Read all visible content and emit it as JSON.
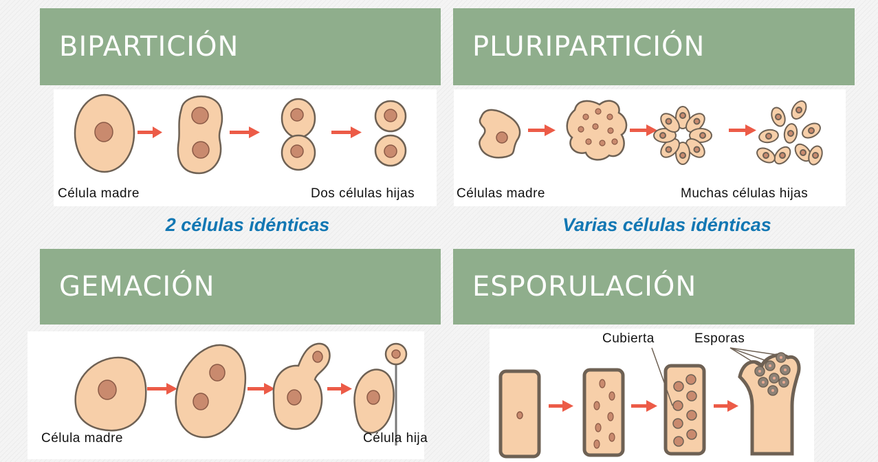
{
  "colors": {
    "header_bg": "#8fae8c",
    "cell_fill": "#f7cfa9",
    "cell_stroke": "#6e6154",
    "nucleus_fill": "#c98a6e",
    "arrow": "#ec5b47",
    "caption": "#1277b3"
  },
  "bipartition": {
    "title": "BIPARTICIÓN",
    "label_start": "Célula madre",
    "label_end": "Dos células hijas",
    "caption": "2 células idénticas"
  },
  "pluripartition": {
    "title": "PLURIPARTICIÓN",
    "label_start": "Células madre",
    "label_end": "Muchas células hijas",
    "caption": "Varias células idénticas"
  },
  "gemation": {
    "title": "GEMACIÓN",
    "label_start": "Célula madre",
    "label_end": "Célula hija"
  },
  "sporulation": {
    "title": "ESPORULACIÓN",
    "label_cover": "Cubierta",
    "label_spores": "Esporas"
  }
}
